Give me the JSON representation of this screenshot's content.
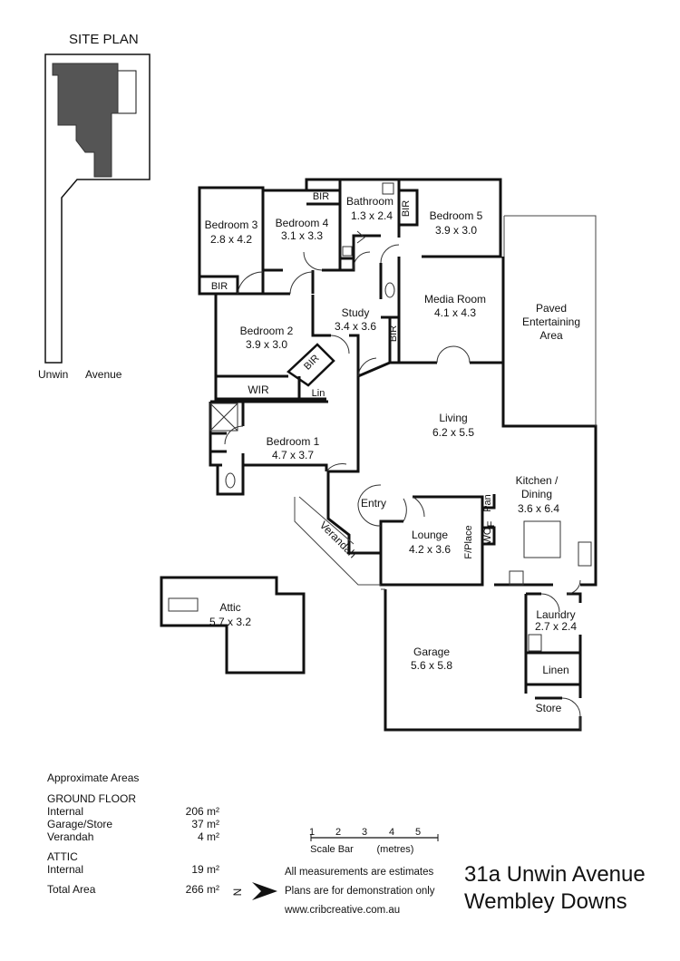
{
  "site_plan": {
    "title": "SITE PLAN",
    "street_left": "Unwin",
    "street_right": "Avenue"
  },
  "rooms": {
    "bedroom3": {
      "name": "Bedroom 3",
      "size": "2.8  x  4.2"
    },
    "bedroom4": {
      "name": "Bedroom 4",
      "size": "3.1  x  3.3"
    },
    "bathroom": {
      "name": "Bathroom",
      "size": "1.3  x  2.4"
    },
    "bedroom5": {
      "name": "Bedroom 5",
      "size": "3.9  x  3.0"
    },
    "bedroom2": {
      "name": "Bedroom 2",
      "size": "3.9  x  3.0"
    },
    "study": {
      "name": "Study",
      "size": "3.4  x  3.6"
    },
    "media": {
      "name": "Media Room",
      "size": "4.1  x  4.3"
    },
    "paved": {
      "line1": "Paved",
      "line2": "Entertaining",
      "line3": "Area"
    },
    "living": {
      "name": "Living",
      "size": "6.2  x  5.5"
    },
    "bedroom1": {
      "name": "Bedroom 1",
      "size": "4.7  x  3.7"
    },
    "kitchen": {
      "line1": "Kitchen /",
      "line2": "Dining",
      "size": "3.6  x  6.4"
    },
    "entry": {
      "name": "Entry"
    },
    "lounge": {
      "name": "Lounge",
      "size": "4.2  x  3.6"
    },
    "verandah": {
      "name": "Verandah"
    },
    "attic": {
      "name": "Attic",
      "size": "5.7  x  3.2"
    },
    "laundry": {
      "name": "Laundry",
      "size": "2.7  x  2.4"
    },
    "garage": {
      "name": "Garage",
      "size": "5.6  x  5.8"
    },
    "linen": {
      "name": "Linen"
    },
    "store": {
      "name": "Store"
    }
  },
  "labels": {
    "bir": "BIR",
    "wir": "WIR",
    "lin": "Lin",
    "fplace": "F/Place",
    "wo": "WO",
    "f": "F",
    "pan": "Pan"
  },
  "areas": {
    "title": "Approximate Areas",
    "ground_floor": "GROUND FLOOR",
    "internal_label": "Internal",
    "internal_value": "206 m²",
    "garage_label": "Garage/Store",
    "garage_value": "37 m²",
    "verandah_label": "Verandah",
    "verandah_value": "4 m²",
    "attic": "ATTIC",
    "attic_internal_label": "Internal",
    "attic_internal_value": "19 m²",
    "total_label": "Total Area",
    "total_value": "266 m²"
  },
  "scale": {
    "ticks": [
      "1",
      "2",
      "3",
      "4",
      "5"
    ],
    "label": "Scale Bar",
    "unit": "(metres)"
  },
  "north": {
    "label": "N"
  },
  "notes": {
    "line1": "All measurements are estimates",
    "line2": "Plans are for demonstration only",
    "line3": "www.cribcreative.com.au"
  },
  "address": {
    "line1": "31a Unwin Avenue",
    "line2": "Wembley Downs"
  }
}
